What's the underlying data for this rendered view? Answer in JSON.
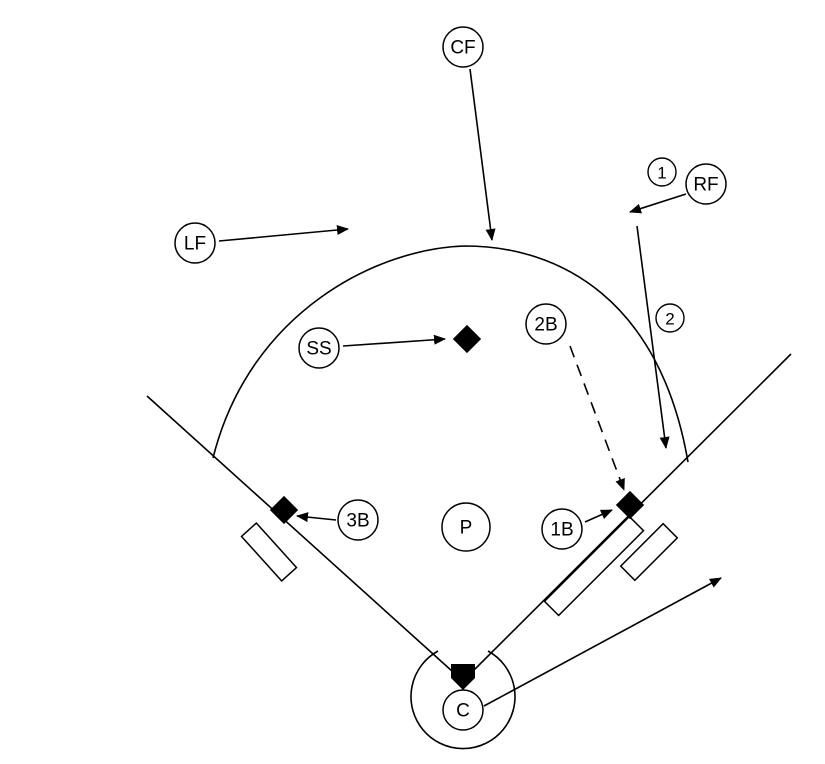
{
  "players": {
    "cf": "CF",
    "rf": "RF",
    "lf": "LF",
    "ss": "SS",
    "second_base": "2B",
    "third_base": "3B",
    "pitcher": "P",
    "first_base": "1B",
    "catcher": "C"
  },
  "steps": {
    "step1": "1",
    "step2": "2"
  },
  "colors": {
    "ink": "#000000",
    "paper": "#ffffff"
  }
}
